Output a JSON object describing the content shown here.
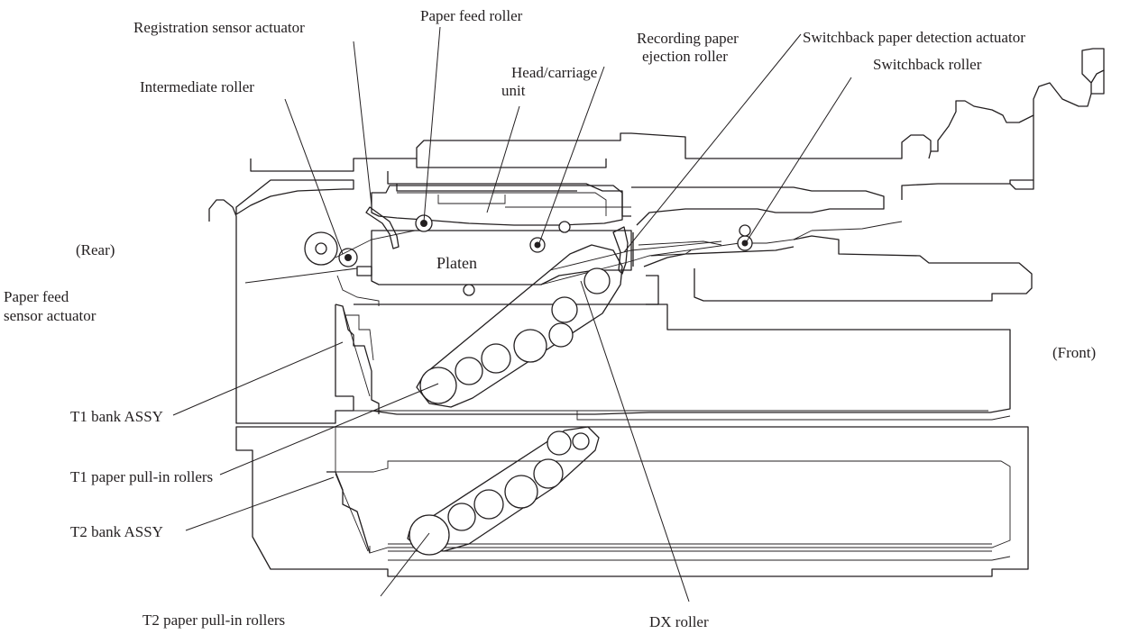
{
  "labels": {
    "registration_sensor_actuator": "Registration sensor actuator",
    "paper_feed_roller": "Paper feed roller",
    "recording_paper_ejection_roller_line1": "Recording paper",
    "recording_paper_ejection_roller_line2": "ejection roller",
    "switchback_paper_detection_actuator": "Switchback paper detection actuator",
    "switchback_roller": "Switchback roller",
    "head_carriage_unit_line1": "Head/carriage",
    "head_carriage_unit_line2": "unit",
    "intermediate_roller": "Intermediate roller",
    "rear": "(Rear)",
    "platen": "Platen",
    "paper_feed_sensor_actuator_line1": "Paper feed",
    "paper_feed_sensor_actuator_line2": "sensor actuator",
    "front": "(Front)",
    "t1_bank_assy": "T1 bank ASSY",
    "t1_paper_pull_in_rollers": "T1 paper pull-in rollers",
    "t2_bank_assy": "T2 bank ASSY",
    "t2_paper_pull_in_rollers": "T2 paper pull-in rollers",
    "dx_roller": "DX roller"
  }
}
